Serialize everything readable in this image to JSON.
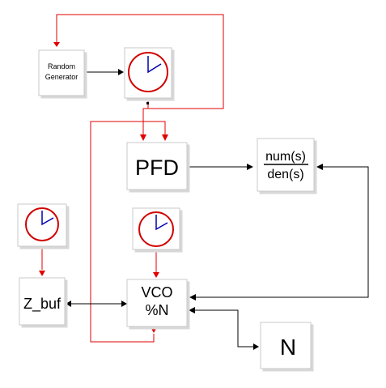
{
  "blocks": {
    "random_generator": {
      "line1": "Random",
      "line2": "Generator"
    },
    "pfd": {
      "label": "PFD"
    },
    "transfer_function": {
      "numerator": "num(s)",
      "denominator": "den(s)"
    },
    "vco": {
      "line1": "VCO",
      "line2": "%N"
    },
    "z_buf": {
      "label": "Z_buf"
    },
    "constant_n": {
      "label": "N"
    }
  },
  "colors": {
    "event_link": "#e00000",
    "data_link": "#000000",
    "clock_face": "#d00000",
    "clock_hand": "#0000b0",
    "block_fill": "#ffffff",
    "block_shadow": "#d8d8d8"
  },
  "icons": [
    "clock-icon",
    "clock-icon",
    "clock-icon",
    "clock-icon"
  ]
}
